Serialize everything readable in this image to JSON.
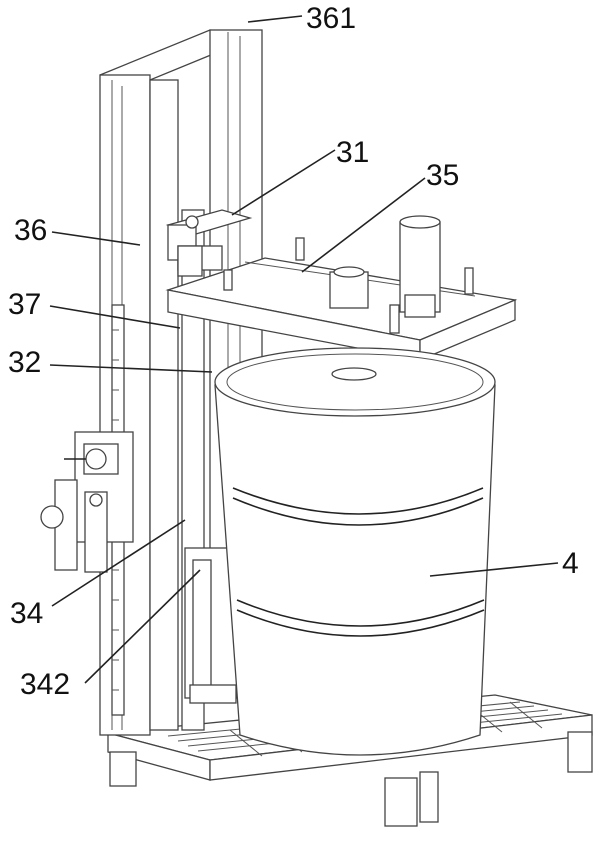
{
  "diagram": {
    "labels": {
      "l361": "361",
      "l31": "31",
      "l35": "35",
      "l36": "36",
      "l37": "37",
      "l32": "32",
      "l34": "34",
      "l342": "342",
      "l4": "4"
    }
  }
}
